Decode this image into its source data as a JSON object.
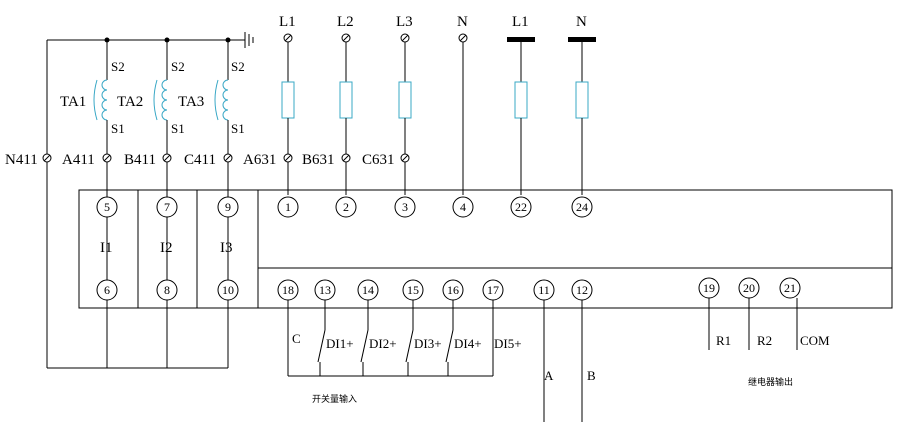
{
  "top_labels": {
    "l1": "L1",
    "l2": "L2",
    "l3": "L3",
    "n": "N",
    "l1_aux": "L1",
    "n_aux": "N"
  },
  "ct": {
    "ta1": "TA1",
    "ta2": "TA2",
    "ta3": "TA3",
    "s1": "S1",
    "s2": "S2"
  },
  "wire_labels": {
    "n411": "N411",
    "a411": "A411",
    "b411": "B411",
    "c411": "C411",
    "a631": "A631",
    "b631": "B631",
    "c631": "C631"
  },
  "terminals": {
    "t1": "1",
    "t2": "2",
    "t3": "3",
    "t4": "4",
    "t5": "5",
    "t6": "6",
    "t7": "7",
    "t8": "8",
    "t9": "9",
    "t10": "10",
    "t11": "11",
    "t12": "12",
    "t13": "13",
    "t14": "14",
    "t15": "15",
    "t16": "16",
    "t17": "17",
    "t18": "18",
    "t19": "19",
    "t20": "20",
    "t21": "21",
    "t22": "22",
    "t24": "24"
  },
  "current_inputs": {
    "i1": "I1",
    "i2": "I2",
    "i3": "I3"
  },
  "digital_inputs": {
    "c": "C",
    "di1": "DI1+",
    "di2": "DI2+",
    "di3": "DI3+",
    "di4": "DI4+",
    "di5": "DI5+",
    "caption": "开关量输入"
  },
  "comm": {
    "a": "A",
    "b": "B"
  },
  "relay": {
    "r1": "R1",
    "r2": "R2",
    "com": "COM",
    "caption": "继电器输出"
  }
}
